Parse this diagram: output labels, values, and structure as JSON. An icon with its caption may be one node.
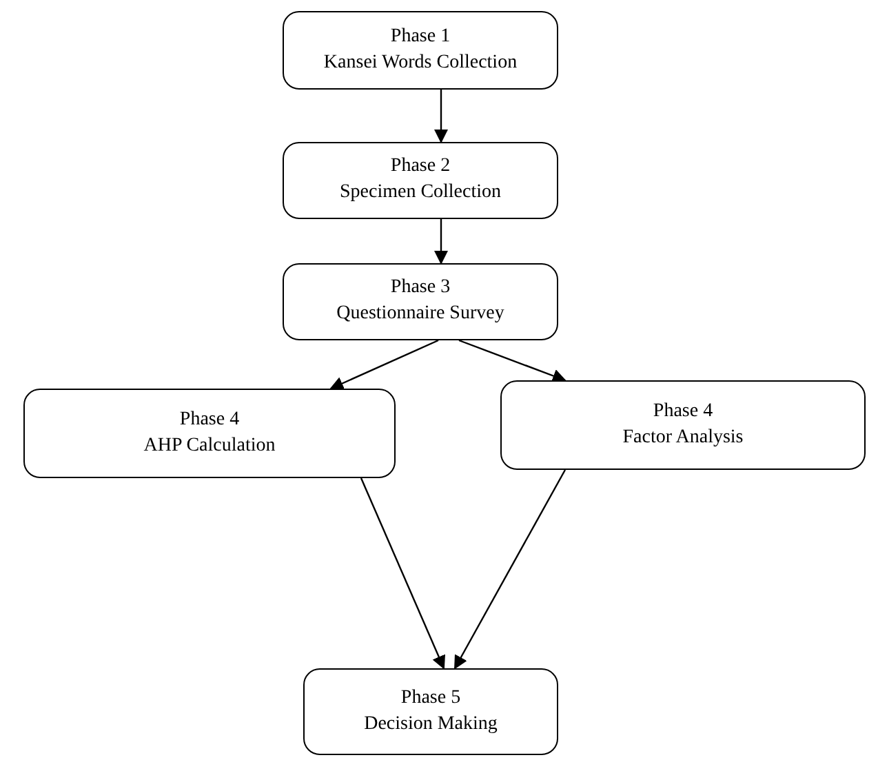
{
  "diagram": {
    "nodes": [
      {
        "text": [
          "Phase 1",
          "Kansei Words Collection"
        ]
      },
      {
        "text": [
          "Phase 2",
          "Specimen Collection"
        ]
      },
      {
        "text": [
          "Phase 3",
          "Questionnaire Survey"
        ]
      },
      {
        "text": [
          "Phase 4",
          "AHP Calculation"
        ]
      },
      {
        "text": [
          "Phase 4",
          "Factor Analysis"
        ]
      },
      {
        "text": [
          "Phase 5",
          "Decision Making"
        ]
      }
    ],
    "edges": [
      {
        "from": 0,
        "to": 1,
        "arrow": "to"
      },
      {
        "from": 1,
        "to": 2,
        "arrow": "to"
      },
      {
        "from": 2,
        "to": 3,
        "arrow": "to"
      },
      {
        "from": 2,
        "to": 4,
        "arrow": "to"
      },
      {
        "from": 3,
        "to": 5,
        "arrow": "to"
      },
      {
        "from": 4,
        "to": 5,
        "arrow": "to"
      }
    ]
  }
}
